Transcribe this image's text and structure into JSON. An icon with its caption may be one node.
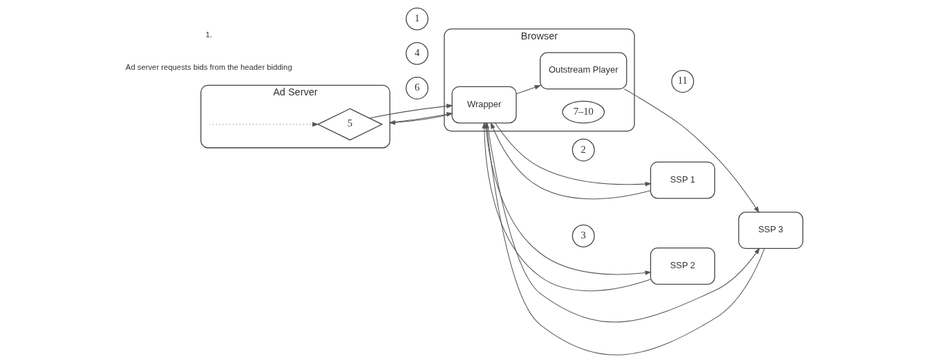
{
  "diagram": {
    "nodes": [
      {
        "text": [
          "Ad Server"
        ]
      },
      {
        "text": [
          "5"
        ],
        "in": 0
      },
      {
        "text": [
          "1"
        ]
      },
      {
        "text": [
          "4"
        ]
      },
      {
        "text": [
          "6"
        ]
      },
      {
        "text": [
          "Browser"
        ]
      },
      {
        "text": [
          "Wrapper"
        ],
        "in": 5
      },
      {
        "text": [
          "7–10"
        ],
        "in": 5
      },
      {
        "text": [
          "Outstream Player"
        ],
        "in": 5
      },
      {
        "text": [
          "2"
        ]
      },
      {
        "text": [
          "3"
        ]
      },
      {
        "text": [
          "11"
        ]
      },
      {
        "text": [
          "SSP 1"
        ]
      },
      {
        "text": [
          "SSP 2"
        ]
      },
      {
        "text": [
          "SSP 3"
        ]
      }
    ],
    "edges": [
      {
        "from": 0,
        "to": 6,
        "arrow": "to"
      },
      {
        "from": 6,
        "to": 0,
        "arrow": "to"
      },
      {
        "from": null,
        "to": 1,
        "arrow": "to",
        "style": "dashed"
      },
      {
        "from": 1,
        "to": 6,
        "arrow": "to"
      },
      {
        "from": 6,
        "to": 12,
        "arrow": "to"
      },
      {
        "from": 6,
        "to": 13,
        "arrow": "to"
      },
      {
        "from": 6,
        "to": 14,
        "arrow": "to"
      },
      {
        "from": 12,
        "to": 6,
        "arrow": "to"
      },
      {
        "from": 13,
        "to": 6,
        "arrow": "to"
      },
      {
        "from": 14,
        "to": 6,
        "arrow": "to"
      },
      {
        "from": 6,
        "to": 8,
        "arrow": "to"
      },
      {
        "from": 8,
        "to": 14,
        "arrow": "to"
      }
    ],
    "labels": [
      "1.",
      "Ad server requests bids from the header bidding"
    ]
  }
}
